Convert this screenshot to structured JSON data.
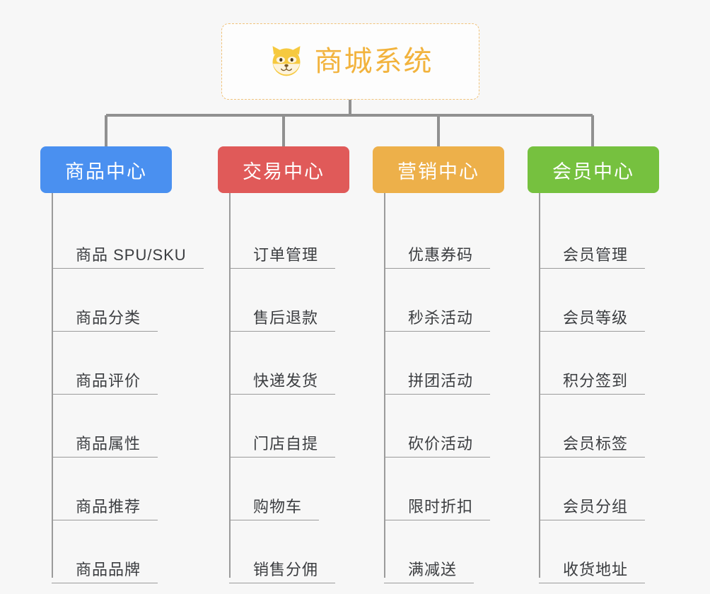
{
  "background_color": "#f7f7f7",
  "root": {
    "title": "商城系统",
    "icon": "shiba-dog-icon",
    "title_color": "#f2b33d",
    "border_color": "#f0c27a"
  },
  "connector_color": "#909090",
  "branches": [
    {
      "label": "商品中心",
      "color": "#4a90f0",
      "leaves": [
        "商品 SPU/SKU",
        "商品分类",
        "商品评价",
        "商品属性",
        "商品推荐",
        "商品品牌"
      ]
    },
    {
      "label": "交易中心",
      "color": "#e05a59",
      "leaves": [
        "订单管理",
        "售后退款",
        "快递发货",
        "门店自提",
        "购物车",
        "销售分佣"
      ]
    },
    {
      "label": "营销中心",
      "color": "#edb04a",
      "leaves": [
        "优惠券码",
        "秒杀活动",
        "拼团活动",
        "砍价活动",
        "限时折扣",
        "满减送"
      ]
    },
    {
      "label": "会员中心",
      "color": "#76c13f",
      "leaves": [
        "会员管理",
        "会员等级",
        "积分签到",
        "会员标签",
        "会员分组",
        "收货地址"
      ]
    }
  ]
}
